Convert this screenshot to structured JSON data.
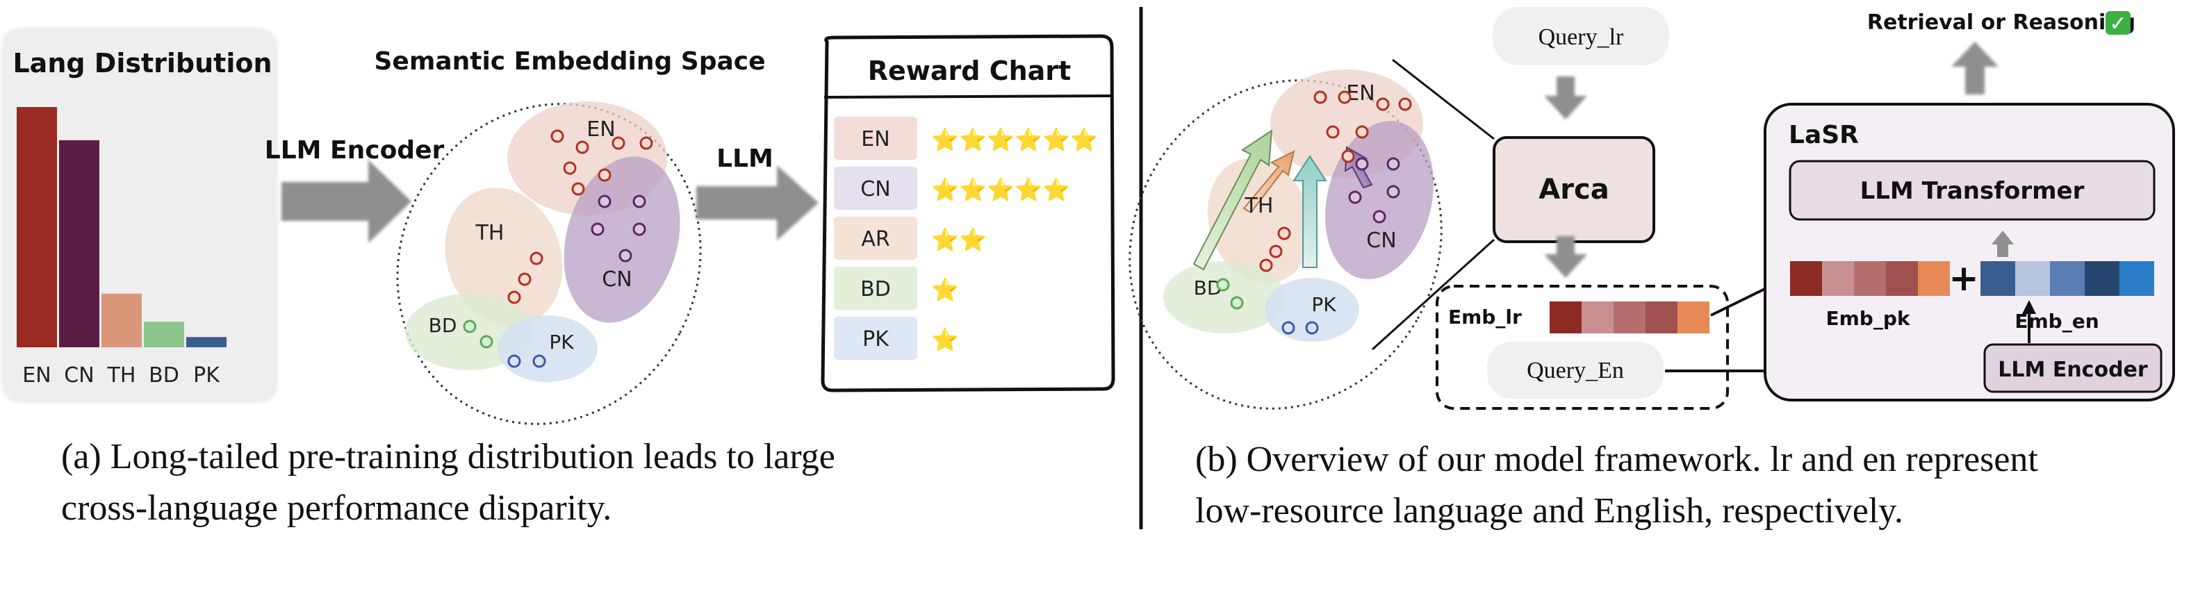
{
  "panel_a": {
    "lang_dist": {
      "title": "Lang Distribution",
      "bars": [
        {
          "label": "EN",
          "value": 0.94,
          "color": "#9a2a22"
        },
        {
          "label": "CN",
          "value": 0.81,
          "color": "#5a1d45"
        },
        {
          "label": "TH",
          "value": 0.21,
          "color": "#d9977a"
        },
        {
          "label": "BD",
          "value": 0.1,
          "color": "#8cc48c"
        },
        {
          "label": "PK",
          "value": 0.04,
          "color": "#3a5d8f"
        }
      ]
    },
    "encoder_label": "LLM Encoder",
    "embedding": {
      "title": "Semantic Embedding Space",
      "clusters": [
        {
          "label": "EN"
        },
        {
          "label": "TH"
        },
        {
          "label": "CN"
        },
        {
          "label": "BD"
        },
        {
          "label": "PK"
        }
      ]
    },
    "llm_label": "LLM",
    "reward": {
      "title": "Reward Chart",
      "rows": [
        {
          "label": "EN",
          "stars": 6,
          "color": "#f2ddd8"
        },
        {
          "label": "CN",
          "stars": 5,
          "color": "#e6e0ee"
        },
        {
          "label": "AR",
          "stars": 2,
          "color": "#f5e3d8"
        },
        {
          "label": "BD",
          "stars": 1,
          "color": "#e3efd9"
        },
        {
          "label": "PK",
          "stars": 1,
          "color": "#dde8f4"
        }
      ],
      "star_glyph": "⭐"
    },
    "caption_line1": "(a)   Long-tailed pre-training distribution leads to large",
    "caption_line2": "cross-language performance disparity."
  },
  "panel_b": {
    "query_lr": "Query_lr",
    "arca": "Arca",
    "emb_lr": "Emb_lr",
    "query_en": "Query_En",
    "retrieval": "Retrieval or Reasoning",
    "check_glyph": "✓",
    "lasr": "LaSR",
    "llm_transformer": "LLM Transformer",
    "emb_pk": "Emb_pk",
    "plus": "+",
    "emb_en": "Emb_en",
    "llm_encoder": "LLM Encoder",
    "clusters": [
      {
        "label": "EN"
      },
      {
        "label": "TH"
      },
      {
        "label": "CN"
      },
      {
        "label": "BD"
      },
      {
        "label": "PK"
      }
    ],
    "caption_line1": "(b)  Overview of our model framework. lr and en represent",
    "caption_line2": "low-resource language and English, respectively."
  }
}
